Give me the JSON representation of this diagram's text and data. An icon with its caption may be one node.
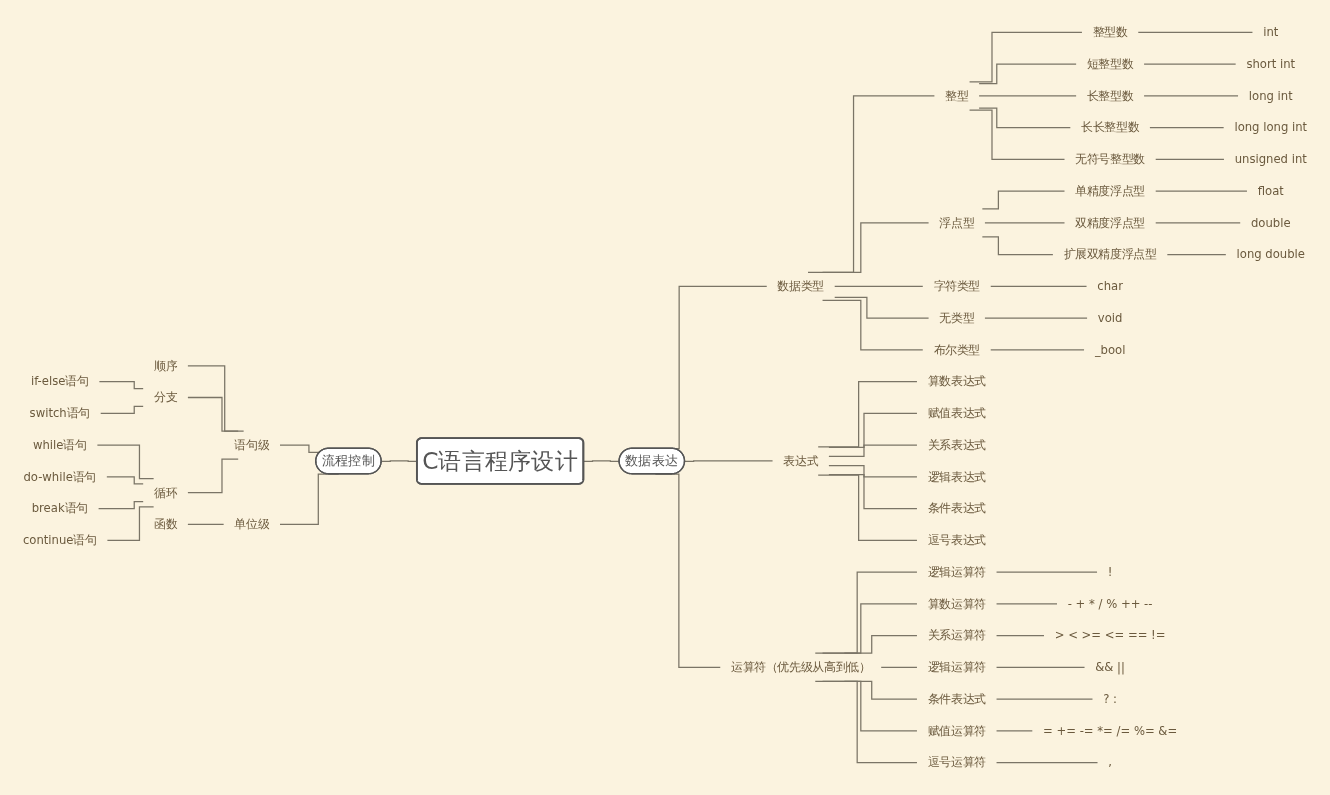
{
  "diagram": {
    "nodes": [
      {
        "text": [
          "C语言程序设计"
        ]
      },
      {
        "text": [
          "流程控制"
        ]
      },
      {
        "text": [
          "语句级"
        ]
      },
      {
        "text": [
          "顺序"
        ]
      },
      {
        "text": [
          "分支"
        ]
      },
      {
        "text": [
          "if-else语句"
        ]
      },
      {
        "text": [
          "switch语句"
        ]
      },
      {
        "text": [
          "循环"
        ]
      },
      {
        "text": [
          "while语句"
        ]
      },
      {
        "text": [
          "do-while语句"
        ]
      },
      {
        "text": [
          "break语句"
        ]
      },
      {
        "text": [
          "continue语句"
        ]
      },
      {
        "text": [
          "单位级"
        ]
      },
      {
        "text": [
          "函数"
        ]
      },
      {
        "text": [
          "数据表达"
        ]
      },
      {
        "text": [
          "数据类型"
        ]
      },
      {
        "text": [
          "整型"
        ]
      },
      {
        "text": [
          "整型数"
        ]
      },
      {
        "text": [
          "int"
        ]
      },
      {
        "text": [
          "短整型数"
        ]
      },
      {
        "text": [
          "short int"
        ]
      },
      {
        "text": [
          "长整型数"
        ]
      },
      {
        "text": [
          "long int"
        ]
      },
      {
        "text": [
          "长长整型数"
        ]
      },
      {
        "text": [
          "long long int"
        ]
      },
      {
        "text": [
          "无符号整型数"
        ]
      },
      {
        "text": [
          "unsigned int"
        ]
      },
      {
        "text": [
          "浮点型"
        ]
      },
      {
        "text": [
          "单精度浮点型"
        ]
      },
      {
        "text": [
          "float"
        ]
      },
      {
        "text": [
          "双精度浮点型"
        ]
      },
      {
        "text": [
          "double"
        ]
      },
      {
        "text": [
          "扩展双精度浮点型"
        ]
      },
      {
        "text": [
          "long double"
        ]
      },
      {
        "text": [
          "字符类型"
        ]
      },
      {
        "text": [
          "char"
        ]
      },
      {
        "text": [
          "无类型"
        ]
      },
      {
        "text": [
          "void"
        ]
      },
      {
        "text": [
          "布尔类型"
        ]
      },
      {
        "text": [
          "_bool"
        ]
      },
      {
        "text": [
          "表达式"
        ]
      },
      {
        "text": [
          "算数表达式"
        ]
      },
      {
        "text": [
          "赋值表达式"
        ]
      },
      {
        "text": [
          "关系表达式"
        ]
      },
      {
        "text": [
          "逻辑表达式"
        ]
      },
      {
        "text": [
          "条件表达式"
        ]
      },
      {
        "text": [
          "逗号表达式"
        ]
      },
      {
        "text": [
          "运算符（优先级从高到低）"
        ]
      },
      {
        "text": [
          "逻辑运算符"
        ]
      },
      {
        "text": [
          "!"
        ]
      },
      {
        "text": [
          "算数运算符"
        ]
      },
      {
        "text": [
          "- + * / % ++ --"
        ]
      },
      {
        "text": [
          "关系运算符"
        ]
      },
      {
        "text": [
          "> < >= <= == !="
        ]
      },
      {
        "text": [
          "逻辑运算符"
        ]
      },
      {
        "text": [
          "&& ||"
        ]
      },
      {
        "text": [
          "条件表达式"
        ]
      },
      {
        "text": [
          "? :"
        ]
      },
      {
        "text": [
          "赋值运算符"
        ]
      },
      {
        "text": [
          "= += -= *= /= %= &="
        ]
      },
      {
        "text": [
          "逗号运算符"
        ]
      },
      {
        "text": [
          ","
        ]
      }
    ],
    "edges": [
      {
        "from": 1,
        "to": 0,
        "arrow": "none"
      },
      {
        "from": 2,
        "to": 1,
        "arrow": "none"
      },
      {
        "from": 3,
        "to": 2,
        "arrow": "none"
      },
      {
        "from": 4,
        "to": 2,
        "arrow": "none"
      },
      {
        "from": 5,
        "to": 4,
        "arrow": "none"
      },
      {
        "from": 6,
        "to": 4,
        "arrow": "none"
      },
      {
        "from": 7,
        "to": 2,
        "arrow": "none"
      },
      {
        "from": 8,
        "to": 7,
        "arrow": "none"
      },
      {
        "from": 9,
        "to": 7,
        "arrow": "none"
      },
      {
        "from": 10,
        "to": 7,
        "arrow": "none"
      },
      {
        "from": 11,
        "to": 7,
        "arrow": "none"
      },
      {
        "from": 12,
        "to": 1,
        "arrow": "none"
      },
      {
        "from": 13,
        "to": 12,
        "arrow": "none"
      },
      {
        "from": 0,
        "to": 14,
        "arrow": "none"
      },
      {
        "from": 14,
        "to": 15,
        "arrow": "none"
      },
      {
        "from": 15,
        "to": 16,
        "arrow": "none"
      },
      {
        "from": 16,
        "to": 17,
        "arrow": "none"
      },
      {
        "from": 17,
        "to": 18,
        "arrow": "none"
      },
      {
        "from": 16,
        "to": 19,
        "arrow": "none"
      },
      {
        "from": 19,
        "to": 20,
        "arrow": "none"
      },
      {
        "from": 16,
        "to": 21,
        "arrow": "none"
      },
      {
        "from": 21,
        "to": 22,
        "arrow": "none"
      },
      {
        "from": 16,
        "to": 23,
        "arrow": "none"
      },
      {
        "from": 23,
        "to": 24,
        "arrow": "none"
      },
      {
        "from": 16,
        "to": 25,
        "arrow": "none"
      },
      {
        "from": 25,
        "to": 26,
        "arrow": "none"
      },
      {
        "from": 15,
        "to": 27,
        "arrow": "none"
      },
      {
        "from": 27,
        "to": 28,
        "arrow": "none"
      },
      {
        "from": 28,
        "to": 29,
        "arrow": "none"
      },
      {
        "from": 27,
        "to": 30,
        "arrow": "none"
      },
      {
        "from": 30,
        "to": 31,
        "arrow": "none"
      },
      {
        "from": 27,
        "to": 32,
        "arrow": "none"
      },
      {
        "from": 32,
        "to": 33,
        "arrow": "none"
      },
      {
        "from": 15,
        "to": 34,
        "arrow": "none"
      },
      {
        "from": 34,
        "to": 35,
        "arrow": "none"
      },
      {
        "from": 15,
        "to": 36,
        "arrow": "none"
      },
      {
        "from": 36,
        "to": 37,
        "arrow": "none"
      },
      {
        "from": 15,
        "to": 38,
        "arrow": "none"
      },
      {
        "from": 38,
        "to": 39,
        "arrow": "none"
      },
      {
        "from": 14,
        "to": 40,
        "arrow": "none"
      },
      {
        "from": 40,
        "to": 41,
        "arrow": "none"
      },
      {
        "from": 40,
        "to": 42,
        "arrow": "none"
      },
      {
        "from": 40,
        "to": 43,
        "arrow": "none"
      },
      {
        "from": 40,
        "to": 44,
        "arrow": "none"
      },
      {
        "from": 40,
        "to": 45,
        "arrow": "none"
      },
      {
        "from": 40,
        "to": 46,
        "arrow": "none"
      },
      {
        "from": 14,
        "to": 47,
        "arrow": "none"
      },
      {
        "from": 47,
        "to": 48,
        "arrow": "none"
      },
      {
        "from": 48,
        "to": 49,
        "arrow": "none"
      },
      {
        "from": 47,
        "to": 50,
        "arrow": "none"
      },
      {
        "from": 50,
        "to": 51,
        "arrow": "none"
      },
      {
        "from": 47,
        "to": 52,
        "arrow": "none"
      },
      {
        "from": 52,
        "to": 53,
        "arrow": "none"
      },
      {
        "from": 47,
        "to": 54,
        "arrow": "none"
      },
      {
        "from": 54,
        "to": 55,
        "arrow": "none"
      },
      {
        "from": 47,
        "to": 56,
        "arrow": "none"
      },
      {
        "from": 56,
        "to": 57,
        "arrow": "none"
      },
      {
        "from": 47,
        "to": 58,
        "arrow": "none"
      },
      {
        "from": 58,
        "to": 59,
        "arrow": "none"
      },
      {
        "from": 47,
        "to": 60,
        "arrow": "none"
      },
      {
        "from": 60,
        "to": 61,
        "arrow": "none"
      }
    ]
  }
}
